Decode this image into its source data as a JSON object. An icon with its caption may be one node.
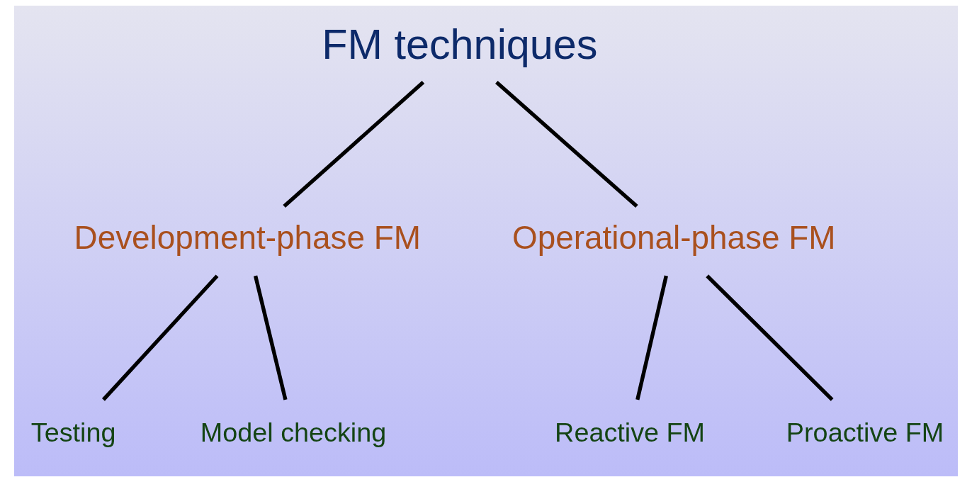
{
  "diagram": {
    "nodes": [
      {
        "text": [
          "FM techniques"
        ]
      },
      {
        "text": [
          "Development-phase FM"
        ]
      },
      {
        "text": [
          "Operational-phase FM"
        ]
      },
      {
        "text": [
          "Testing"
        ]
      },
      {
        "text": [
          "Model checking"
        ]
      },
      {
        "text": [
          "Reactive FM"
        ]
      },
      {
        "text": [
          "Proactive FM"
        ]
      }
    ],
    "edges": [
      {
        "from": 0,
        "to": 1,
        "arrow": "none"
      },
      {
        "from": 0,
        "to": 2,
        "arrow": "none"
      },
      {
        "from": 1,
        "to": 3,
        "arrow": "none"
      },
      {
        "from": 1,
        "to": 4,
        "arrow": "none"
      },
      {
        "from": 2,
        "to": 5,
        "arrow": "none"
      },
      {
        "from": 2,
        "to": 6,
        "arrow": "none"
      }
    ]
  }
}
